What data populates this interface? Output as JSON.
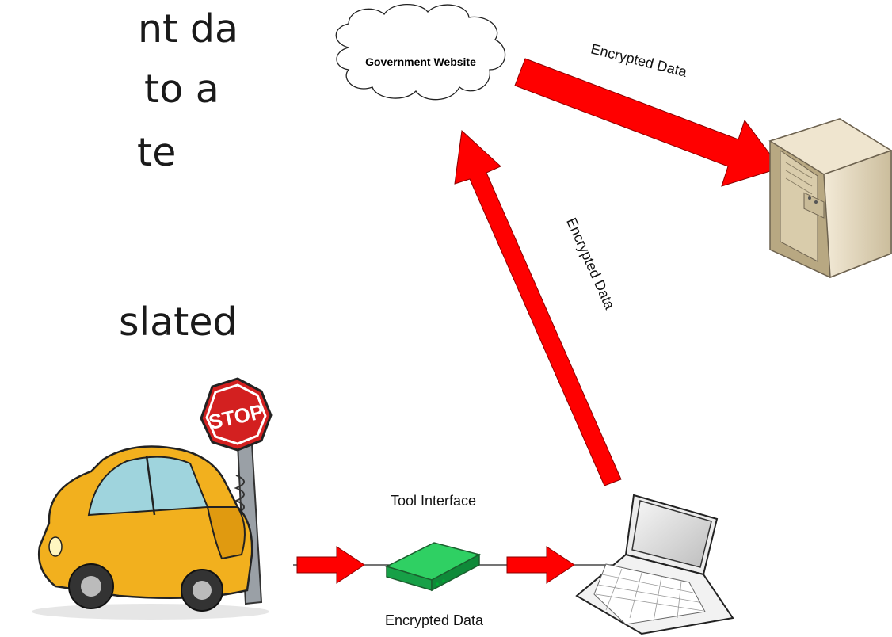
{
  "slide_text": [
    "nt data",
    "to a",
    "te",
    "",
    "slated,"
  ],
  "cloud_label": "Government Website",
  "tool_interface_label": "Tool Interface",
  "bottom_encrypted_label": "Encrypted Data",
  "diagonal_encrypted_label": "Encrypted Data",
  "top_encrypted_label": "Encrypted Data",
  "stop_sign_text": "STOP",
  "colors": {
    "arrow": "#ff0000",
    "car": "#f2b01e",
    "tool": "#19b54a",
    "server": "#e8dcc0"
  }
}
